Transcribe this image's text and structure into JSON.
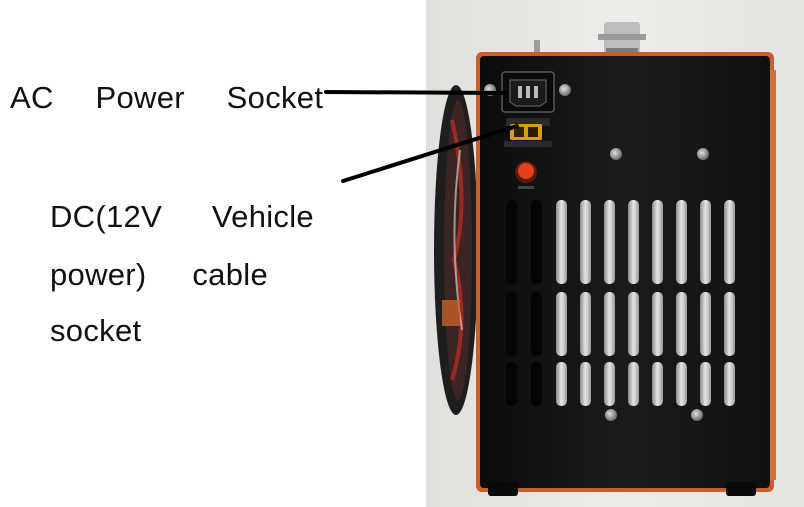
{
  "labels": {
    "ac_power_socket": "AC  Power  Socket",
    "dc_line1": "DC(12V  Vehicle",
    "dc_line2": "power)  cable",
    "dc_line3": "socket"
  },
  "device": {
    "body_color": "#161616",
    "trim_color": "#c9602a",
    "background_color": "#ebe9e6"
  }
}
